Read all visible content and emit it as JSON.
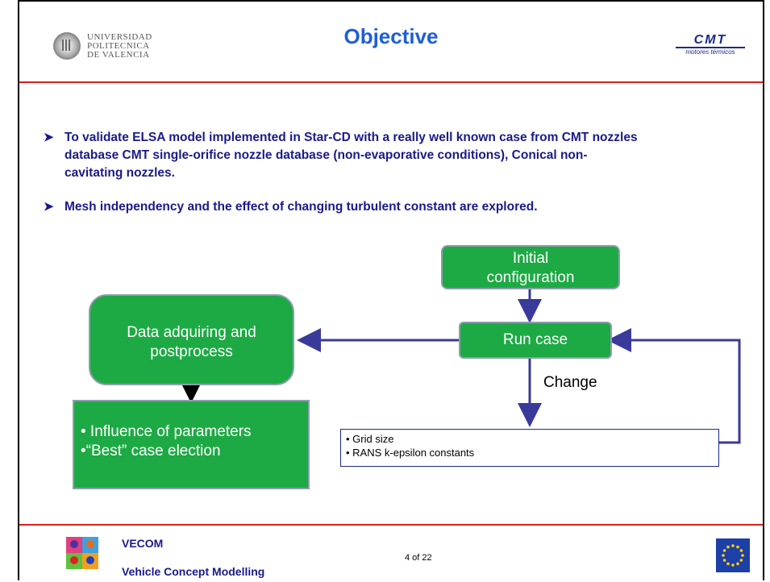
{
  "header": {
    "title": "Objective",
    "university_lines": [
      "UNIVERSIDAD",
      "POLITECNICA",
      "DE VALENCIA"
    ],
    "cmt_logo": "CMT",
    "cmt_subtitle": "motores térmicos"
  },
  "bullets": [
    "To validate ELSA  model implemented in Star-CD with a really well known case from CMT nozzles database CMT single-orifice nozzle database (non-evaporative conditions), Conical non-cavitating nozzles.",
    "Mesh independency and the effect of changing turbulent constant are explored."
  ],
  "flow": {
    "initial_line1": "Initial",
    "initial_line2": "configuration",
    "run_case": "Run case",
    "data_line1": "Data adquiring and",
    "data_line2": "postprocess",
    "results_line1": "• Influence of parameters",
    "results_line2": "•“Best” case election",
    "change_label": "Change",
    "change_item1": "• Grid size",
    "change_item2": "• RANS k-epsilon constants"
  },
  "footer": {
    "project": "VECOM",
    "project_full": "Vehicle Concept Modelling",
    "page": "4 of  22"
  },
  "colors": {
    "title_blue": "#1f5fd6",
    "text_navy": "#1a1a8a",
    "box_green": "#1daa44",
    "rule_red": "#d62020"
  },
  "icons": [
    "university-seal-icon",
    "cmt-logo-icon",
    "marie-curie-logo-icon",
    "eu-flag-icon",
    "arrow-bullet-icon"
  ]
}
